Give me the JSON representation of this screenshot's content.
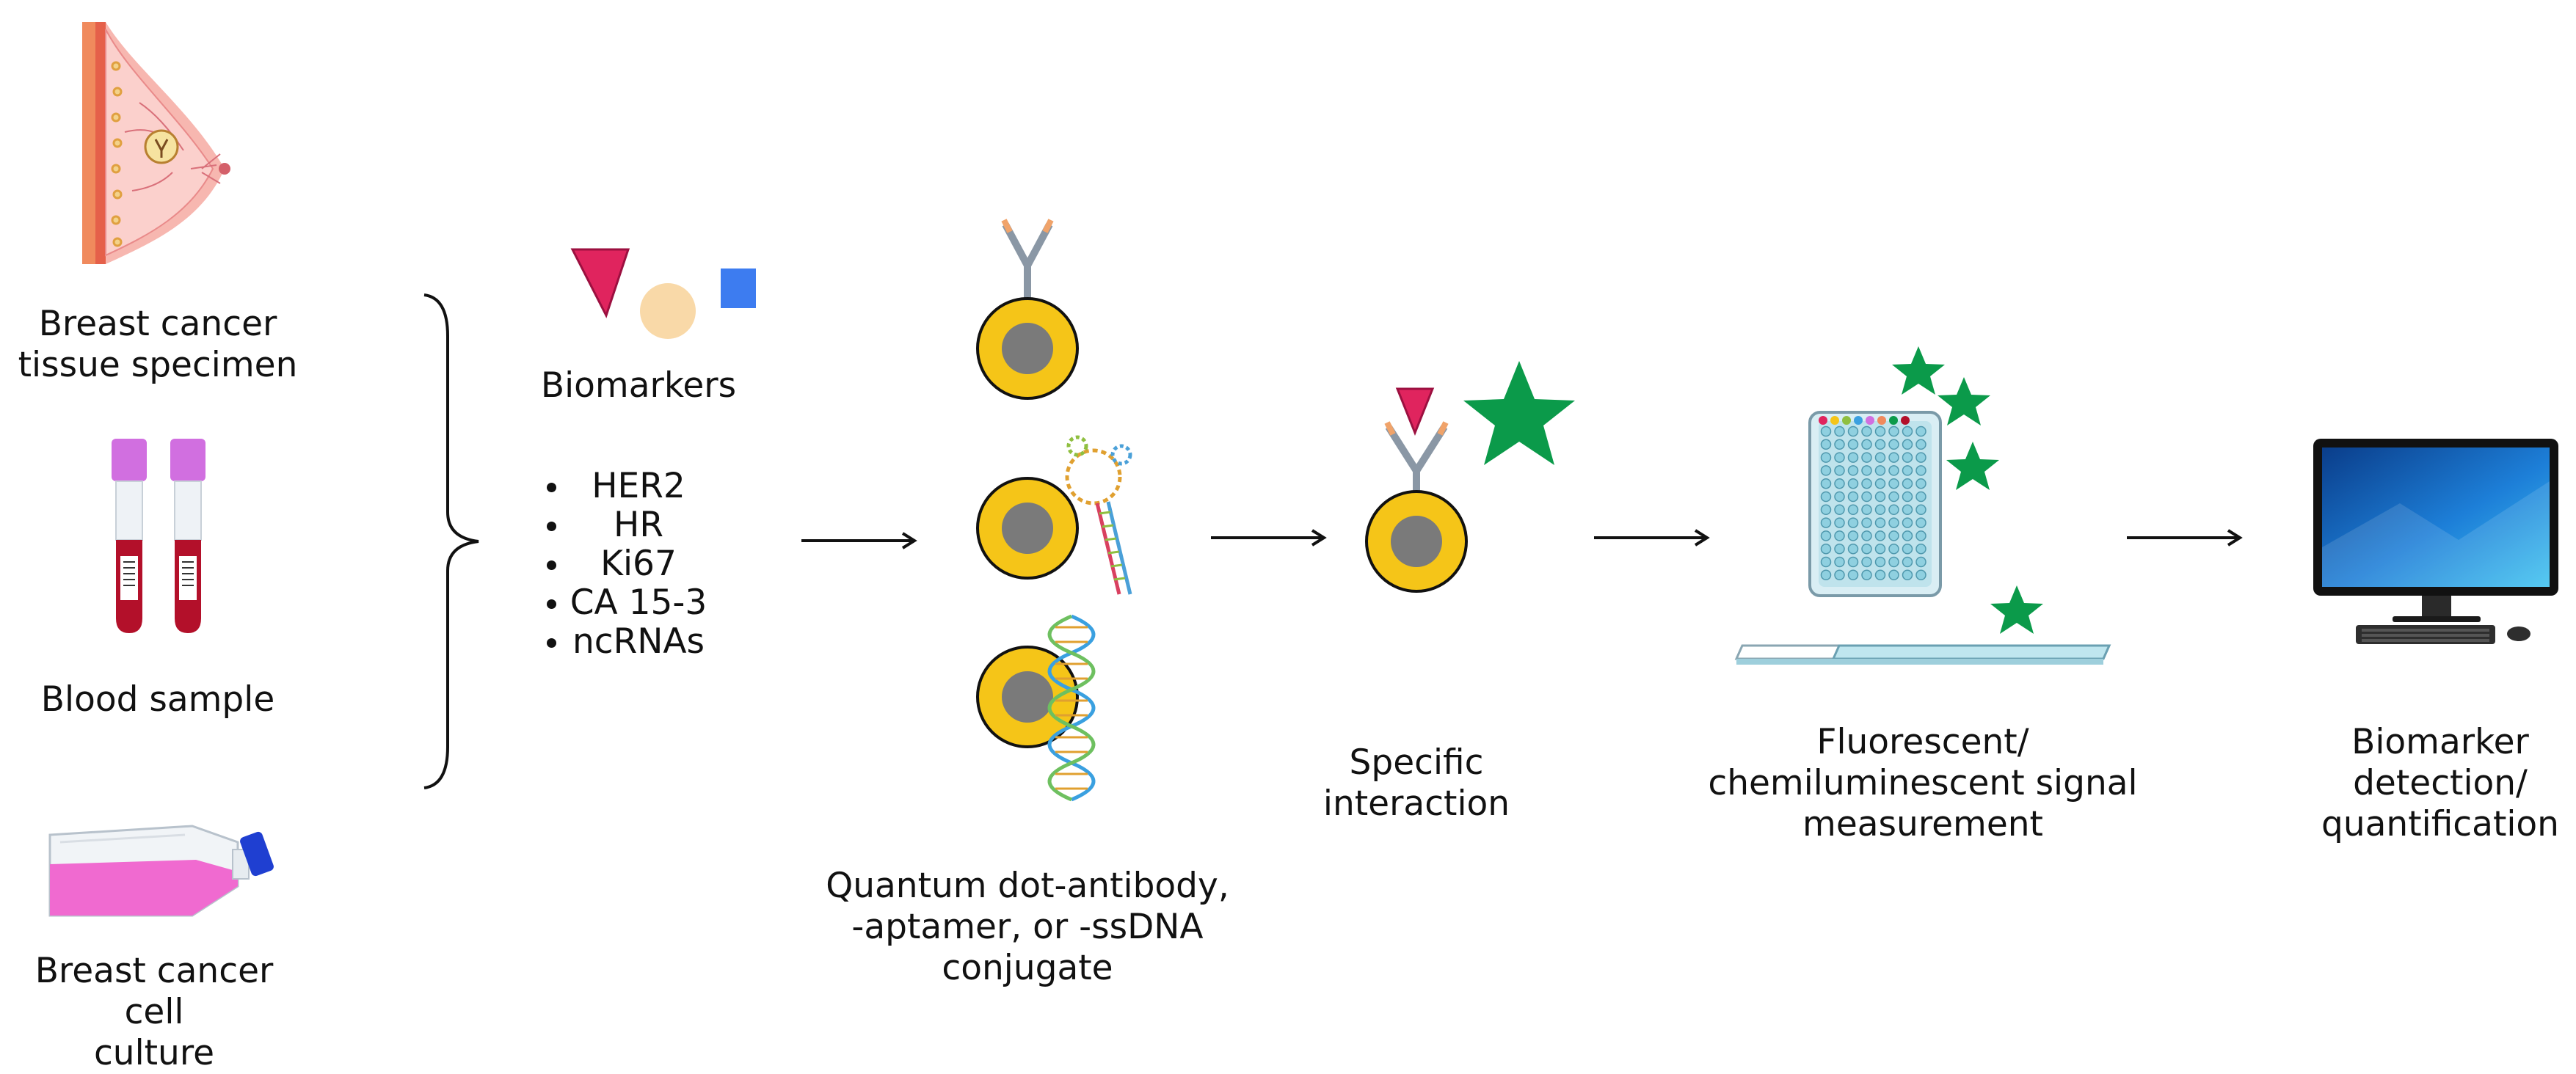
{
  "sources": {
    "tissue": "Breast cancer\ntissue specimen",
    "blood": "Blood sample",
    "culture": "Breast cancer cell\nculture"
  },
  "biomarkers": {
    "title": "Biomarkers",
    "items": [
      "HER2",
      "HR",
      "Ki67",
      "CA 15-3",
      "ncRNAs"
    ]
  },
  "steps": {
    "conjugate": "Quantum dot-antibody,\n-aptamer, or -ssDNA\nconjugate",
    "interaction": "Specific\ninteraction",
    "signal": "Fluorescent/\nchemiluminescent signal\nmeasurement",
    "detection": "Biomarker\ndetection/\nquantification"
  },
  "colors": {
    "quantum_dot": "#f5c518",
    "quantum_dot_core": "#7a7a7a",
    "star": "#0b9a4a",
    "triangle_marker": "#e0245e",
    "circle_marker": "#f9d9a8",
    "square_marker": "#3d7cf0",
    "culture_medium": "#f06ad0",
    "tube_cap": "#d16fe0",
    "blood": "#b3102a"
  },
  "icons": [
    "breast-tissue-icon",
    "blood-tubes-icon",
    "cell-culture-flask-icon",
    "antibody-icon",
    "aptamer-icon",
    "dna-icon",
    "well-plate-icon",
    "slide-icon",
    "computer-icon",
    "star-icon"
  ]
}
